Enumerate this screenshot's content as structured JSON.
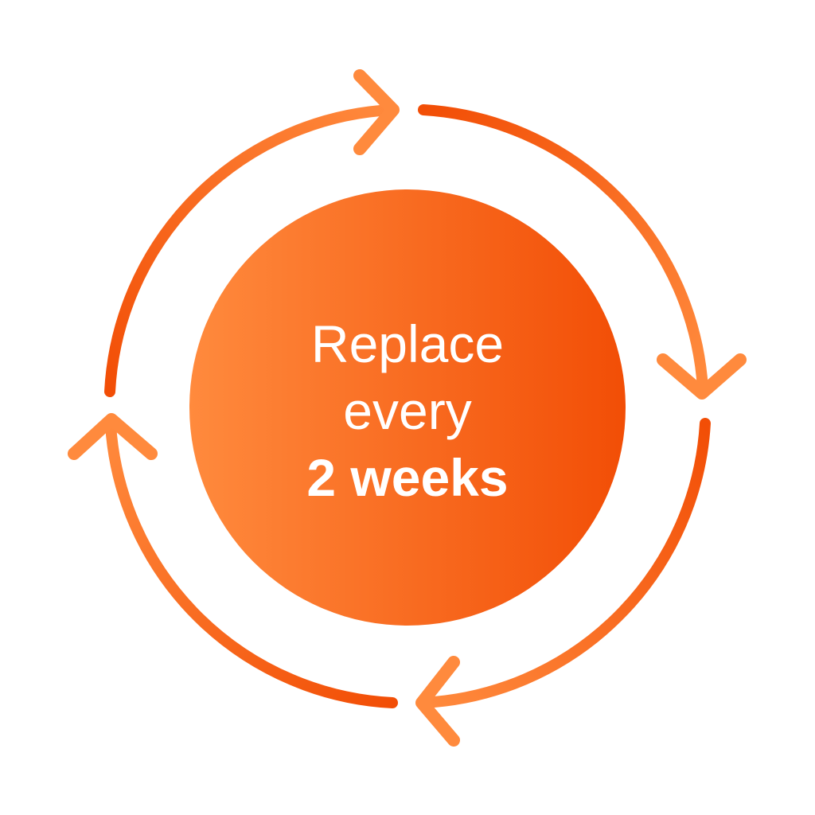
{
  "center": {
    "line1": "Replace",
    "line2": "every",
    "line3": "2 weeks"
  },
  "colors": {
    "light_orange": "#FF8A3D",
    "dark_orange": "#F24E06",
    "background": "#FFFFFF",
    "text": "#FFFFFF"
  },
  "icons": [
    "cycle-arrow-icon"
  ]
}
